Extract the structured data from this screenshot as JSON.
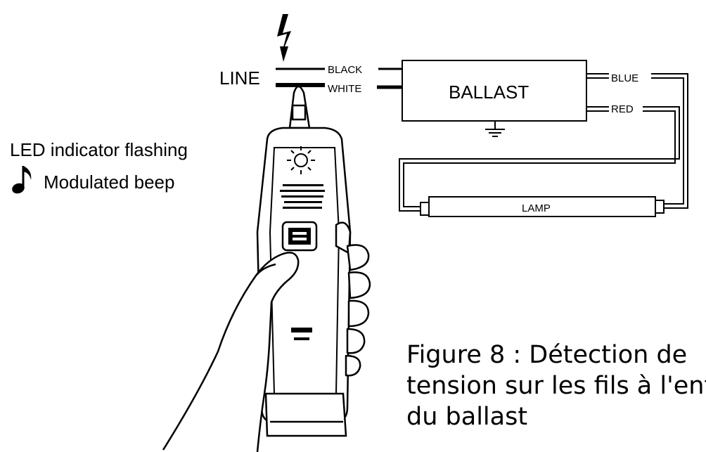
{
  "labels": {
    "line": "LINE",
    "black": "BLACK",
    "white": "WHITE",
    "blue": "BLUE",
    "red": "RED",
    "ballast": "BALLAST",
    "lamp": "LAMP",
    "led_indicator": "LED indicator flashing",
    "beep": "Modulated beep"
  },
  "caption": {
    "line1": "Figure 8 : Détection de",
    "line2": "tension sur les fils à l'ent",
    "line3": "du ballast"
  },
  "icons": [
    "lightning-icon",
    "music-note-icon",
    "ground-icon",
    "sun-led-icon"
  ]
}
